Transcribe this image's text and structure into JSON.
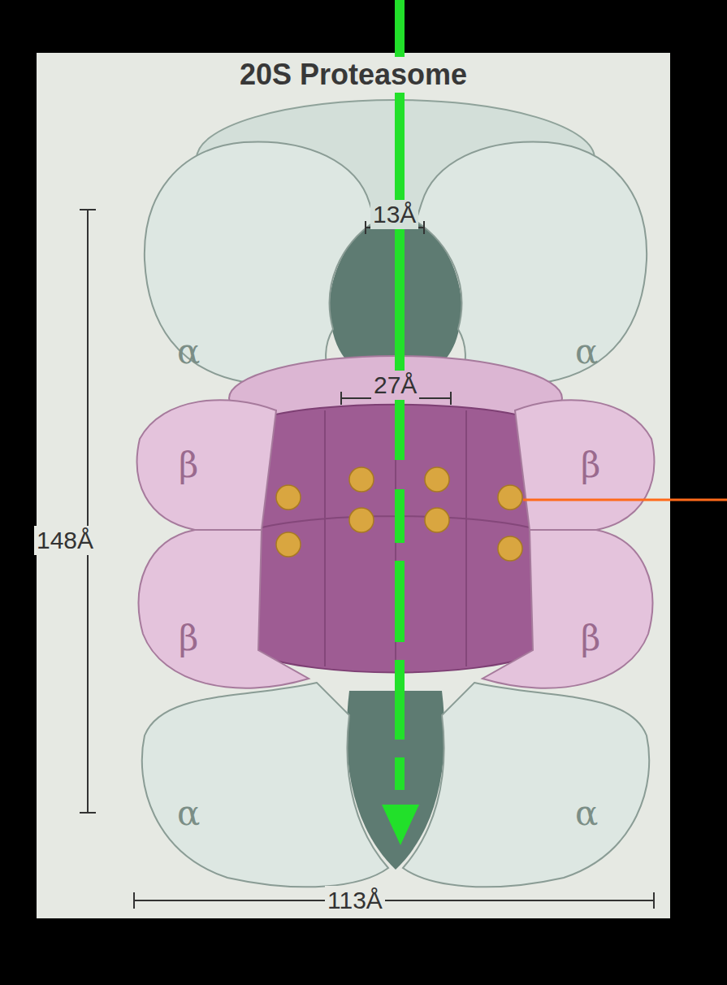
{
  "diagram": {
    "title": "20S Proteasome",
    "labels": [
      "13Å",
      "α",
      "α",
      "27Å",
      "β",
      "β",
      "148Å",
      "β",
      "β",
      "α",
      "α",
      "113Å"
    ]
  }
}
